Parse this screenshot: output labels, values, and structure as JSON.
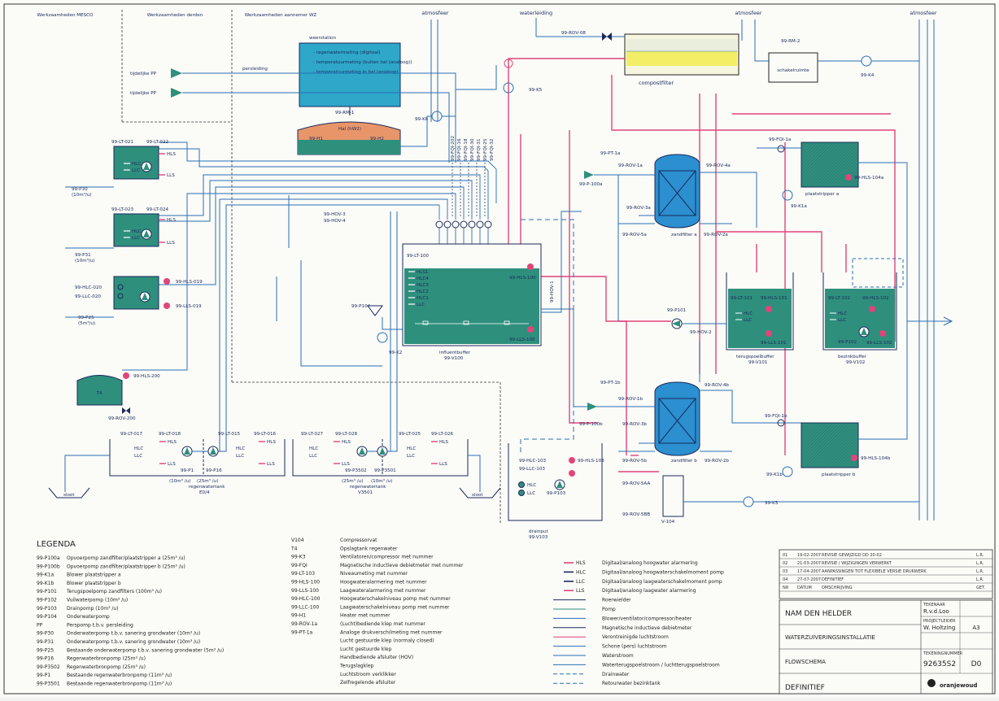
{
  "zones": {
    "mesco": "Werkzaamheden MESCO",
    "derden": "Werkzaamheden derden",
    "wz": "Werkzaamheden aannemer WZ"
  },
  "top_labels": {
    "atm1": "atmosfeer",
    "atm2": "atmosfeer",
    "atm3": "atmosfeer",
    "waterleiding": "waterleiding",
    "persleiding": "persleiding",
    "tijdelijke_pp_1": "tijdelijke PP",
    "tijdelijke_pp_2": "tijdelijke PP",
    "rov08": "99-ROV-08",
    "compostfilter": "compostfilter",
    "k5": "99-K5",
    "rm2": "99-RM-2",
    "schakelruimte": "schakelruimte",
    "k4": "99-K4"
  },
  "weerstation": {
    "title": "weerstation",
    "items": [
      "- regenwatermeting (digitaal)",
      "- temperatuurmeting (buiten hal (analoog))",
      "- temperatuurmeting in hal (analoog)"
    ],
    "rm1": "99-RM-1",
    "hal": "Hal (hW2)",
    "h1": "99-H1",
    "h2": "99-H2",
    "k6": "99-K6"
  },
  "wells": {
    "lt021": "99-LT-021",
    "lt022": "99-LT-022",
    "lt023": "99-LT-023",
    "lt024": "99-LT-024",
    "p30": "99-P30",
    "p30_flow": "(10m³/u)",
    "p31": "99-P31",
    "p31_flow": "(10m³/u)",
    "hlc020": "99-HLC-020",
    "llc020": "99-LLC-020",
    "hls019": "99-HLS-019",
    "lls019": "99-LLS-019",
    "p25": "99-P25",
    "p25_flow": "(5m³/u)",
    "hls": "HLS",
    "hlc": "HLC",
    "llc": "LLC",
    "lls": "LLS"
  },
  "fq_labels": [
    "99-FQI-202",
    "99-FQI-16",
    "99-FQI-18",
    "99-FQI-30",
    "99-FQI-31",
    "99-FQI-25",
    "99-FQI-32"
  ],
  "buffer": {
    "lt100": "99-LT-100",
    "levels": [
      "HLS1",
      "HLC4",
      "HLC3",
      "HLC2",
      "HLC1",
      "LLC"
    ],
    "hls100": "99-HLS-100",
    "lls100": "99-LLS-100",
    "hov3": "99-HOV-3",
    "hov4": "99-HOV-4",
    "hov1": "99-HOV-1",
    "p104": "99-P104",
    "k2": "99-K2",
    "name": "influentbuffer",
    "tag": "99-V100"
  },
  "rain": {
    "hls200": "99-HLS-200",
    "t4": "T4",
    "rov200": "99-ROV-200",
    "lt017": "99-LT-017",
    "lt018": "99-LT-018",
    "lt015": "99-LT-015",
    "lt016": "99-LT-016",
    "lt027": "99-LT-027",
    "lt028": "99-LT-028",
    "lt025": "99-LT-025",
    "lt026": "99-LT-026",
    "p1": "99-P1",
    "p16": "99-P16",
    "p1_flow": "(10m³ /u)",
    "p16_flow": "(25m³ /u)",
    "tank1_name": "regenwatertank",
    "tank1_tag": "E0/4",
    "p3502": "99-P3502",
    "p3501": "99-P3501",
    "p3502_flow": "(25m³ /u)",
    "p3501_flow": "(10m³ /u)",
    "tank2_name": "regenwatertank",
    "tank2_tag": "V3501",
    "sloot1": "sloot",
    "sloot2": "sloot"
  },
  "drain": {
    "hlc103": "99-HLC-103",
    "llc103": "99-LLC-103",
    "hls103": "99-HLS-103",
    "p103": "99-P103",
    "name": "drainput",
    "tag": "99-V103"
  },
  "sandfilter": {
    "pt1a": "99-PT-1a",
    "rov1a": "99-ROV-1a",
    "p100a": "99-P-100a",
    "rov4a": "99-ROV-4a",
    "rov3a": "99-ROV-3a",
    "rov5a": "99-ROV-5a",
    "rov2a": "99-ROV-2a",
    "name_a": "zandfilter a",
    "pt1b": "99-PT-1b",
    "rov1b": "99-ROV-1b",
    "p100b": "99-P-100b",
    "rov4b": "99-ROV-4b",
    "rov3b": "99-ROV-3b",
    "rov5b": "99-ROV-5b",
    "rov2b": "99-ROV-2b",
    "name_b": "zandfilter b",
    "rov5aa": "99-ROV-5AA",
    "rov5bb": "99-ROV-5BB",
    "v104": "V-104",
    "k3": "99-K3"
  },
  "stripper": {
    "fqi1a": "99-FQI-1a",
    "hls104a": "99-HLS-104a",
    "name_a": "plaatstripper a",
    "k1a": "99-K1a",
    "fqi1b": "99-FQI-1b",
    "hls104b": "99-HLS-104b",
    "name_b": "plaatstripper b",
    "k1b": "99-K1b"
  },
  "buffers_right": {
    "lt101": "99-LT-101",
    "hls101": "99-HLS-101",
    "lls101": "99-LLS-101",
    "name1": "terugspoelbuffer",
    "tag1": "99-V101",
    "lt102": "99-LT-102",
    "hls102": "99-HLS-102",
    "lls102": "99-LLS-102",
    "p102": "99-P102",
    "name2": "bezinkbuffer",
    "tag2": "99-V102",
    "p101": "99-P101",
    "hov2": "99-HOV-2"
  },
  "legend": {
    "title": "LEGENDA",
    "col1": [
      [
        "99-P100a",
        "Opvoerpomp zandfilter/plaatstripper a (25m³ /u)"
      ],
      [
        "99-P100b",
        "Opvoerpomp zandfilter/plaatstripper b (25m³ /u)"
      ],
      [
        "99-K1a",
        "Blower plaatstripper a"
      ],
      [
        "99-K1b",
        "Blower plaatstripper b"
      ],
      [
        "99-P101",
        "Terugspoelpomp zandfilters (100m³ /u)"
      ],
      [
        "99-P102",
        "Vuilwaterpomp (10m³ /u)"
      ],
      [
        "99-P103",
        "Drainpomp (10m³ /u)"
      ],
      [
        "99-P104",
        "Onderwaterpomp"
      ],
      [
        "PP",
        "Perspomp t.b.v. persleiding"
      ],
      [
        "99-P30",
        "Onderwaterpomp t.b.v. sanering grondwater (10m³ /u)"
      ],
      [
        "99-P31",
        "Onderwaterpomp t.b.v. sanering grondwater (10m³ /u)"
      ],
      [
        "99-P25",
        "Bestaande onderwaterpomp t.b.v. sanering grondwater (5m³ /u)"
      ],
      [
        "99-P16",
        "Regenwaterbronpomp (25m³ /u)"
      ],
      [
        "99-P3502",
        "Regenwaterbronpomp (25m³ /u)"
      ],
      [
        "99-P1",
        "Bestaande regenwaterbronpomp (11m³ /u)"
      ],
      [
        "99-P3501",
        "Bestaande regenwaterbronpomp (11m³ /u)"
      ]
    ],
    "col2": [
      [
        "V104",
        "Compressorvat"
      ],
      [
        "T4",
        "Opslagtank regenwater"
      ],
      [
        "99-K3",
        "Ventilatoren/compressor met nummer"
      ],
      [
        "99-FQI",
        "Magnetische inductieve debietmeter met nummer"
      ],
      [
        "99-LT-103",
        "Niveaumeting met nummer"
      ],
      [
        "99-HLS-100",
        "Hoogwateralarmering met nummer"
      ],
      [
        "99-LLS-100",
        "Laagwateralarmering met nummer"
      ],
      [
        "99-HLC-100",
        "Hoogwaterschakelniveau pomp met nummer"
      ],
      [
        "99-LLC-100",
        "Laagwaterschakelniveau pomp met nummer"
      ],
      [
        "99-H1",
        "Heater met nummer"
      ],
      [
        "99-ROV-1a",
        "(Lucht)bediende klep met nummer"
      ],
      [
        "99-PT-1a",
        "Analoge drukverschilmeting met nummer"
      ],
      [
        "",
        "Lucht gestuurde klep (normaly closed)"
      ],
      [
        "",
        "Lucht gestuurde klep"
      ],
      [
        "",
        "Handbediende afsluiter (HOV)"
      ],
      [
        "",
        "Terugslagklep"
      ],
      [
        "",
        "Luchtstroom verklikker"
      ],
      [
        "",
        "Zelfregelende afsluiter"
      ]
    ],
    "col3": [
      [
        "HLS",
        "Digitaal/analoog hoogwater alarmering"
      ],
      [
        "HLC",
        "Digitaal/analoog hoogwaterschakelmoment pomp"
      ],
      [
        "LLC",
        "Digitaal/analoog laagwaterschakelmoment pomp"
      ],
      [
        "LLS",
        "Digitaal/analoog laagwater alarmering"
      ],
      [
        "",
        "Roerwielder"
      ],
      [
        "",
        "Pomp"
      ],
      [
        "",
        "Blower/ventilator/compressor/heater"
      ],
      [
        "",
        "Magnetische inductieve debietmeter"
      ],
      [
        "",
        "Verontreinigde luchtstroom"
      ],
      [
        "",
        "Schone (pers) luchtstroom"
      ],
      [
        "",
        "Waterstroom"
      ],
      [
        "",
        "Waterterugspoelstroom / luchtterugspoelstroom"
      ],
      [
        "",
        "Drainwater"
      ],
      [
        "",
        "Retourwater bezinktank"
      ]
    ]
  },
  "titleblock": {
    "client": "NAM DEN HELDER",
    "project": "WATERZUIVERINGSINSTALLATIE",
    "drawing": "FLOWSCHEMA",
    "status": "DEFINITIEF",
    "tekenaar_label": "TEKENAAR",
    "tekenaar": "R.v.d.Loo",
    "projectleider_label": "PROJECTLEIDER",
    "projectleider": "W. Holtzing",
    "tekeningnummer_label": "TEKENINGNUMMER",
    "tekeningnummer": "92635S2",
    "formaat": "A3",
    "blad": "D0",
    "company": "oranjewoud",
    "rev_rows": [
      [
        "01",
        "19-02-2007",
        "REVISIE GEWIJZIGD DD 20-02"
      ],
      [
        "02",
        "21-03-2007",
        "REVISIE / WIJZIGINGEN VERWERKT"
      ],
      [
        "03",
        "17-04-2007",
        "AANPASSINGEN TOT FLEXIBELE VERSIE DRUKWERK"
      ],
      [
        "04",
        "27-07-2007",
        "DEFINITIEF"
      ],
      [
        "NR",
        "DATUM",
        "OMSCHRIJVING"
      ]
    ],
    "rev_initials": [
      "L.R.",
      "L.R.",
      "L.R.",
      "L.R.",
      "GET."
    ]
  },
  "colors": {
    "water": "#2a6fb5",
    "air_red": "#e0457a",
    "tank_teal": "#2f8f7d",
    "weerstation_blue": "#2ea7c9",
    "hal_orange": "#e8956a",
    "compost_yellow": "#f2ee66",
    "filter_blue": "#2b8fd0"
  }
}
